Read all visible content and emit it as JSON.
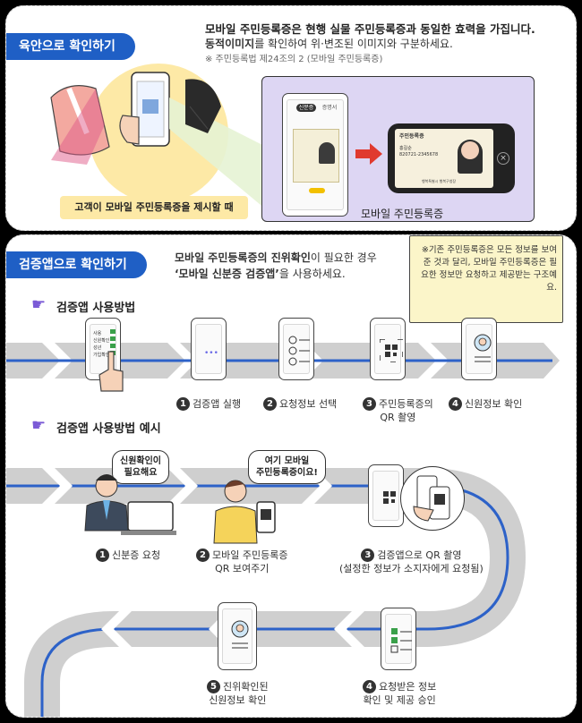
{
  "section1": {
    "tag": "육안으로 확인하기",
    "headline_1": "모바일 주민등록증은 현행 실물 주민등록증과 동일한 효력을 가집니다.",
    "headline_2_bold": "동적이미지",
    "headline_2_rest": "를 확인하여 위·변조된 이미지와 구분하세요.",
    "note": "※ 주민등록법 제24조의 2 (모바일 주민등록증)",
    "scene_caption": "고객이 모바일 주민등록증을 제시할 때",
    "panel_caption": "모바일 주민등록증",
    "phone_tab_1": "신분증",
    "phone_tab_2": "증명서",
    "card_title": "주민등록증",
    "card_name": "홍길순",
    "card_id": "820721-2345678",
    "card_issuer": "행복특별시 행복구청장"
  },
  "section2": {
    "tag": "검증앱으로 확인하기",
    "headline_1_bold": "모바일 주민등록증의 진위확인",
    "headline_1_rest": "이 필요한 경우",
    "headline_2_bold": "‘모바일 신분증 검증앱’",
    "headline_2_rest": "을 사용하세요.",
    "sticky_note": "※기존 주민등록증은 모든 정보를 보여준 것과 달리, 모바일 주민등록증은 필요한 정보만 요청하고 제공받는 구조예요.",
    "howto_title": "검증앱 사용방법",
    "howto_steps": [
      {
        "num": "1",
        "label": "검증앱 실행"
      },
      {
        "num": "2",
        "label": "요청정보 선택"
      },
      {
        "num": "3",
        "label": "주민등록증의\nQR 촬영"
      },
      {
        "num": "4",
        "label": "신원정보 확인"
      }
    ],
    "example_title": "검증앱 사용방법 예시",
    "bubble_1": "신원확인이\n필요해요",
    "bubble_2": "여기 모바일\n주민등록증이요!",
    "example_steps": [
      {
        "num": "1",
        "label": "신분증 요청"
      },
      {
        "num": "2",
        "label": "모바일 주민등록증\nQR 보여주기"
      },
      {
        "num": "3",
        "label": "검증앱으로 QR 촬영\n(설정한 정보가 소지자에게 요청됨)"
      },
      {
        "num": "4",
        "label": "요청받은 정보\n확인 및 제공 승인"
      },
      {
        "num": "5",
        "label": "진위확인된\n신원정보 확인"
      }
    ],
    "checklist_items": [
      "사용",
      "신원확인",
      "성년",
      "가입확인"
    ]
  },
  "colors": {
    "tag_blue": "#1f5fc5",
    "track_gray": "#cfcfcf",
    "track_line": "#2d62c8",
    "panel_purple": "#ddd6f3",
    "note_yellow": "#fbf5c9",
    "scene_yellow": "#fde9a6",
    "arrow_red": "#e03a2f",
    "pin_red": "#e53325"
  }
}
